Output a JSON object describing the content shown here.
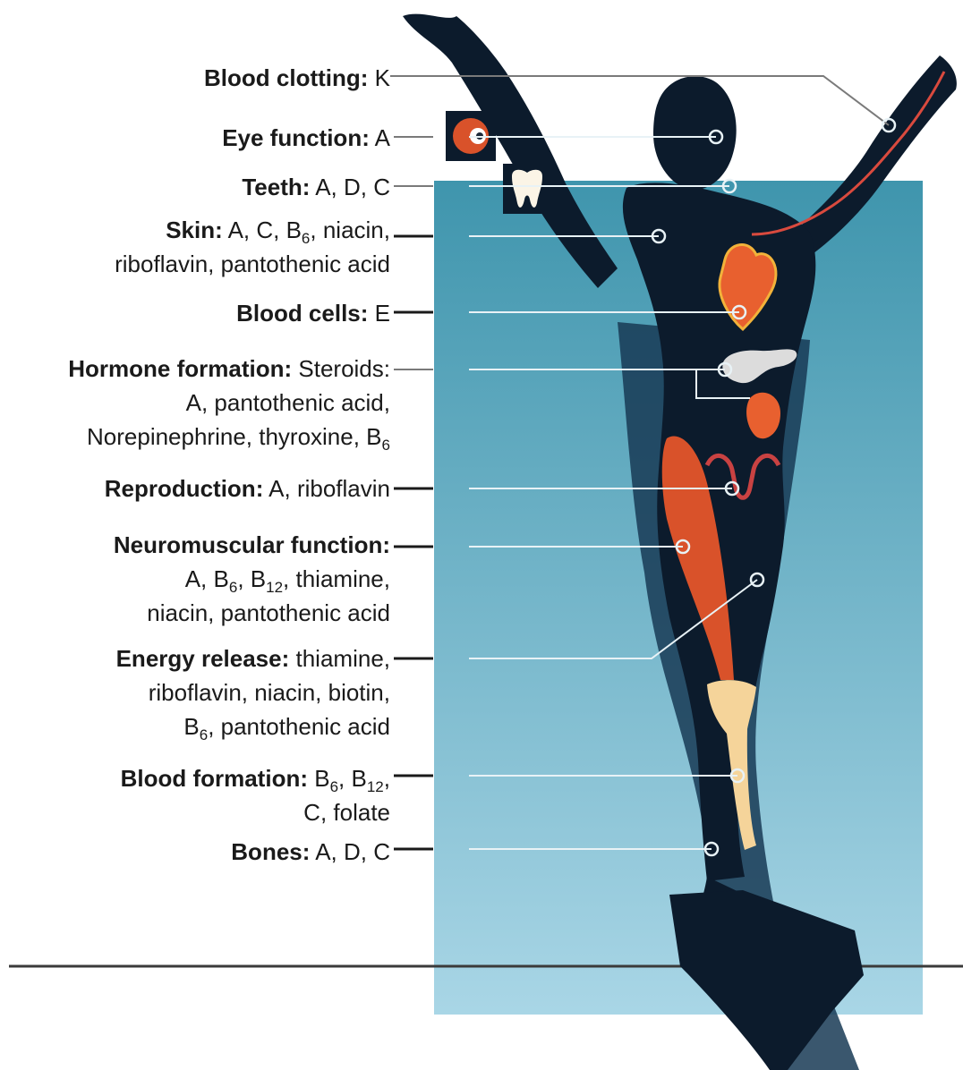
{
  "colors": {
    "panel_top": "#3f95ad",
    "panel_bottom": "#a9d6e6",
    "silhouette": "#0c1b2c",
    "leader": "#e8f2f6",
    "leader_outside": "#7a7a7a",
    "muscle": "#d9522a",
    "bone": "#f5d49a"
  },
  "labels": [
    {
      "id": "blood-clotting",
      "title": "Blood clotting:",
      "lines": [
        "K"
      ]
    },
    {
      "id": "eye-function",
      "title": "Eye function:",
      "lines": [
        "A"
      ]
    },
    {
      "id": "teeth",
      "title": "Teeth:",
      "lines": [
        "A, D, C"
      ]
    },
    {
      "id": "skin",
      "title": "Skin:",
      "lines": [
        "A, C, B{6}, niacin,",
        "riboflavin, pantothenic acid"
      ]
    },
    {
      "id": "blood-cells",
      "title": "Blood cells:",
      "lines": [
        "E"
      ]
    },
    {
      "id": "hormone-formation",
      "title": "Hormone formation:",
      "lines": [
        "Steroids:",
        "A, pantothenic acid,",
        "Norepinephrine, thyroxine, B{6}"
      ]
    },
    {
      "id": "reproduction",
      "title": "Reproduction:",
      "lines": [
        "A, riboflavin"
      ]
    },
    {
      "id": "neuromuscular-function",
      "title": "Neuromuscular function:",
      "lines": [
        "",
        "A, B{6}, B{12},  thiamine,",
        "niacin, pantothenic acid"
      ]
    },
    {
      "id": "energy-release",
      "title": "Energy release:",
      "lines": [
        "thiamine,",
        "riboflavin, niacin, biotin,",
        "B{6}, pantothenic acid"
      ]
    },
    {
      "id": "blood-formation",
      "title": "Blood formation:",
      "lines": [
        "B{6}, B{12},",
        "C, folate"
      ]
    },
    {
      "id": "bones",
      "title": "Bones:",
      "lines": [
        "A, D, C"
      ]
    }
  ],
  "icons": {
    "eye": "eye-icon",
    "tooth": "tooth-icon"
  }
}
